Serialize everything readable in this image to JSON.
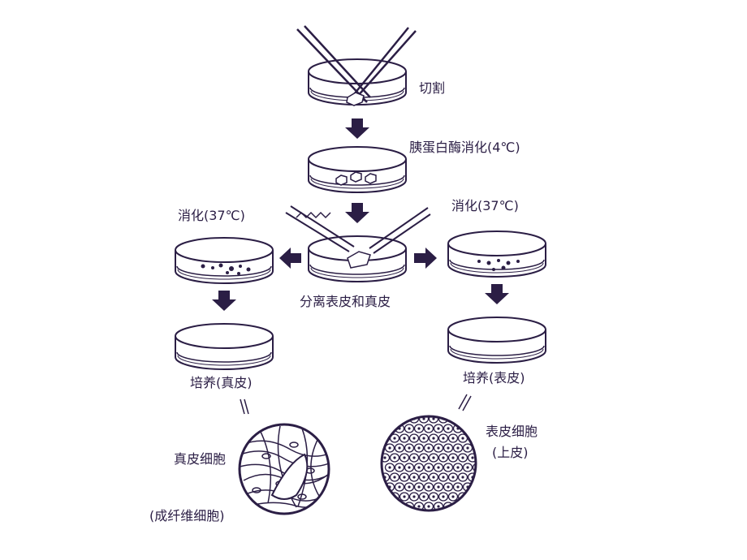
{
  "labels": {
    "cut": "切割",
    "trypsin": "胰蛋白酶消化(4℃)",
    "digest_left": "消化(37℃)",
    "digest_right": "消化(37℃)",
    "separate": "分离表皮和真皮",
    "culture_dermis": "培养(真皮)",
    "culture_epidermis": "培养(表皮)",
    "dermis_cells": "真皮细胞",
    "fibroblasts": "(成纤维细胞)",
    "epidermis_cells": "表皮细胞",
    "epithelium": "(上皮)"
  },
  "colors": {
    "ink": "#2b1e45"
  }
}
